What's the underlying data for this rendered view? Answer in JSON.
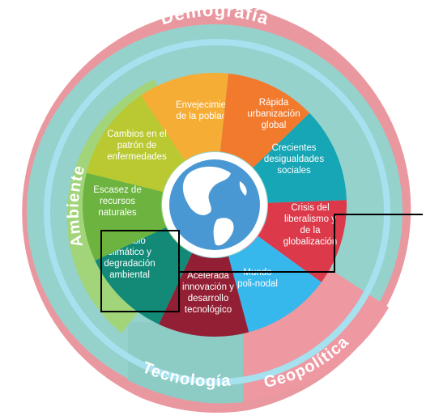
{
  "colors": {
    "outer_ring": "#ea98a0",
    "demografia_band": "#95d2cc",
    "inner_light_ring": "#a5e1ee",
    "ambiente_band": "#a2d47a",
    "tecnologia_band": "#8dccc4",
    "geopolitica_band": "#ee98a2",
    "globe_disc": "#4a98d3",
    "highlight_frame": "#000000"
  },
  "ring_labels": {
    "demografia": "Demografía",
    "ambiente": "Ambiente",
    "tecnologia": "Tecnología",
    "geopolitica": "Geopolítica"
  },
  "segments": [
    {
      "id": "envejecimiento",
      "lines": [
        "Envejecimiento",
        "de la población"
      ],
      "color": "#f6ad35"
    },
    {
      "id": "urbanizacion",
      "lines": [
        "Rápida",
        "urbanización",
        "global"
      ],
      "color": "#f27a2d"
    },
    {
      "id": "desigualdades",
      "lines": [
        "Crecientes",
        "desigualdades",
        "sociales"
      ],
      "color": "#17a6b5"
    },
    {
      "id": "liberalismo",
      "lines": [
        "Crisis del",
        "liberalismo y",
        "de la",
        "globalización"
      ],
      "color": "#dc3a4b"
    },
    {
      "id": "polinodal",
      "lines": [
        "Mundo",
        "poli-nodal"
      ],
      "color": "#37b8ec"
    },
    {
      "id": "innovacion",
      "lines": [
        "Acelerada",
        "innovación y",
        "desarrollo",
        "tecnológico"
      ],
      "color": "#921f33"
    },
    {
      "id": "cambio-climatico",
      "lines": [
        "Cambio",
        "climático y",
        "degradación",
        "ambiental"
      ],
      "color": "#138a78"
    },
    {
      "id": "recursos",
      "lines": [
        "Escasez de",
        "recursos",
        "naturales"
      ],
      "color": "#6cb43f"
    },
    {
      "id": "enfermedades",
      "lines": [
        "Cambios en el",
        "patrón de",
        "enfermedades"
      ],
      "color": "#bac932"
    }
  ]
}
